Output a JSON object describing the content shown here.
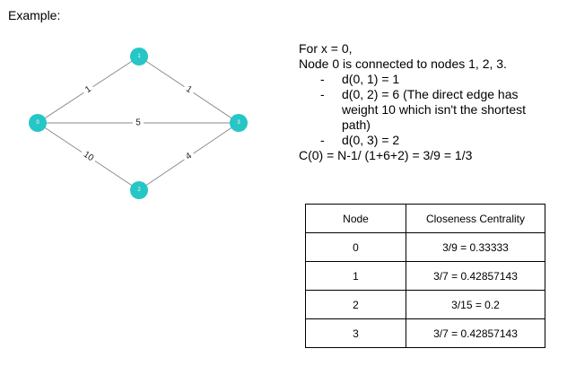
{
  "heading": "Example:",
  "graph": {
    "node_color": "#26c6c6",
    "edge_color": "#8a8a8a",
    "nodes": [
      {
        "id": "0",
        "label": "0"
      },
      {
        "id": "1",
        "label": "1"
      },
      {
        "id": "2",
        "label": "2"
      },
      {
        "id": "3",
        "label": "3"
      }
    ],
    "edges": [
      {
        "from": "0",
        "to": "1",
        "weight": "1"
      },
      {
        "from": "1",
        "to": "3",
        "weight": "1"
      },
      {
        "from": "0",
        "to": "3",
        "weight": "5"
      },
      {
        "from": "0",
        "to": "2",
        "weight": "10"
      },
      {
        "from": "2",
        "to": "3",
        "weight": "4"
      }
    ]
  },
  "explanation": {
    "line1": "For x = 0,",
    "line2": "Node 0 is connected to nodes 1, 2, 3.",
    "bullets": [
      {
        "dash": "-",
        "text": "d(0, 1) = 1"
      },
      {
        "dash": "-",
        "text": "d(0, 2) = 6 (The direct edge has"
      },
      {
        "dash": "-",
        "text": "d(0, 3) = 2"
      }
    ],
    "bullet2_cont1": "weight 10 which isn't the shortest",
    "bullet2_cont2": "path)",
    "formula": "C(0) = N-1/ (1+6+2) = 3/9 = 1/3"
  },
  "table": {
    "headers": [
      "Node",
      "Closeness Centrality"
    ],
    "rows": [
      [
        "0",
        "3/9 = 0.33333"
      ],
      [
        "1",
        "3/7 = 0.42857143"
      ],
      [
        "2",
        "3/15 = 0.2"
      ],
      [
        "3",
        "3/7 = 0.42857143"
      ]
    ]
  }
}
